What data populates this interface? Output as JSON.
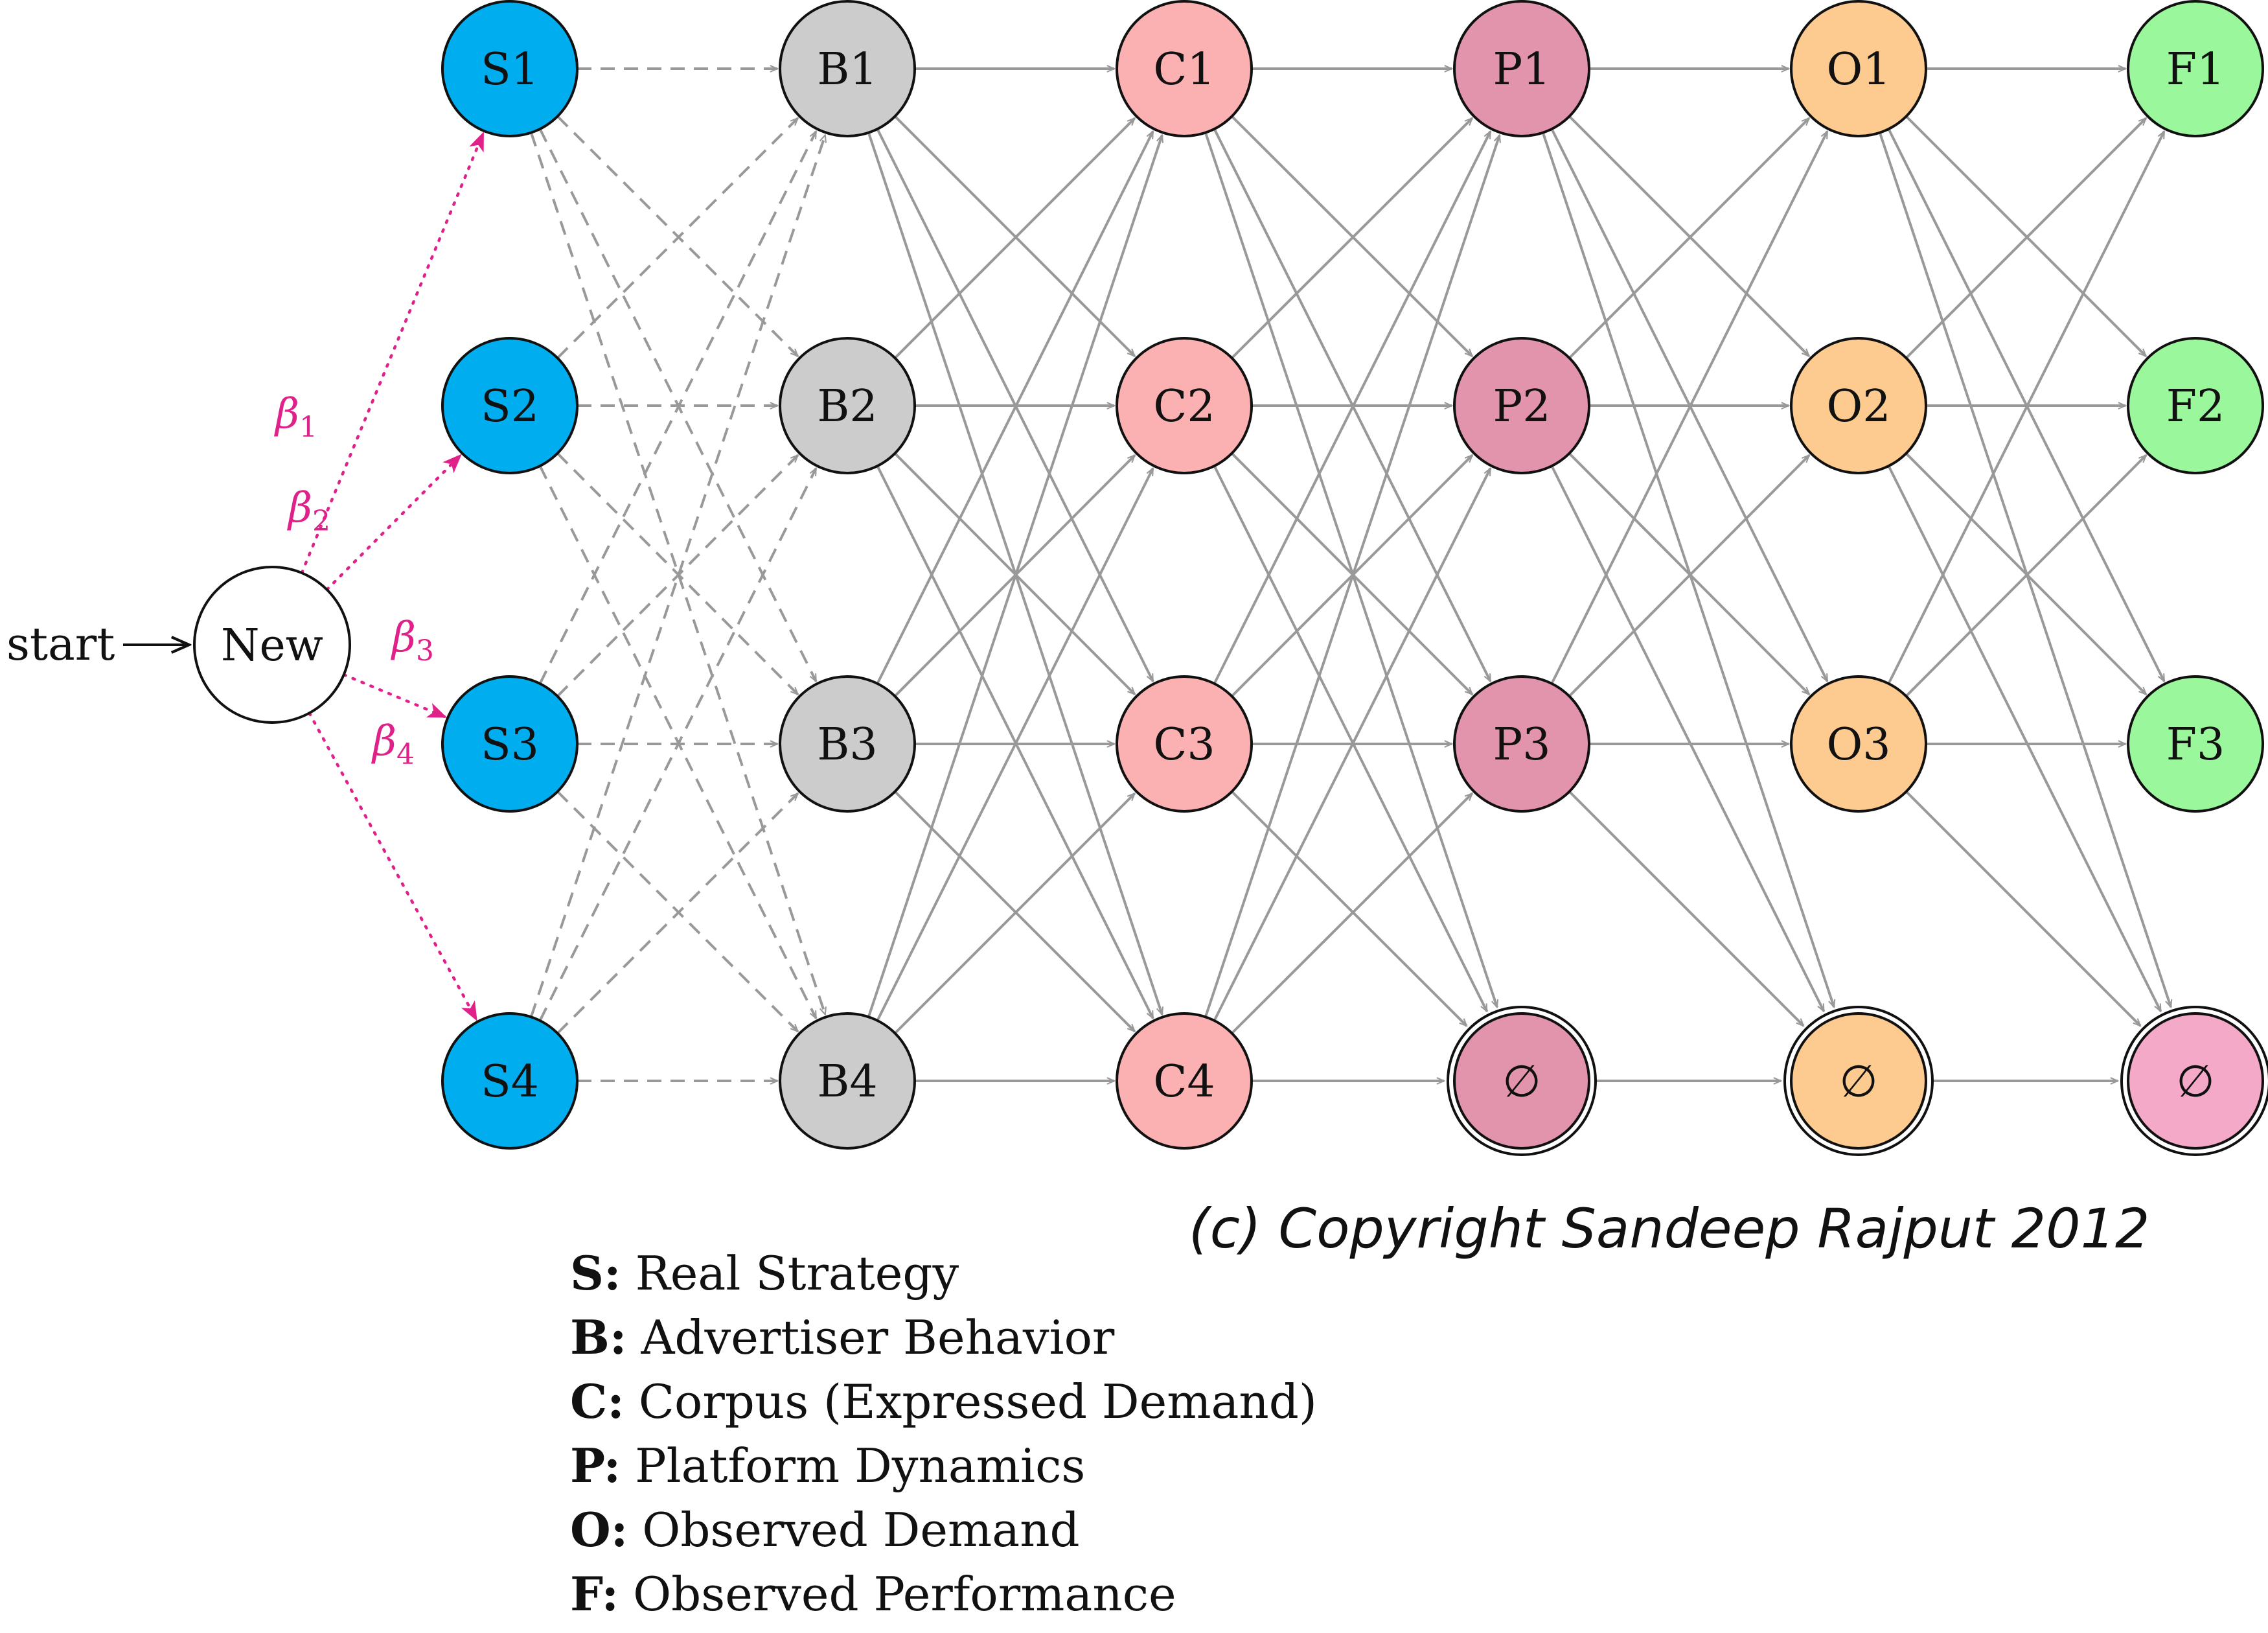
{
  "start_node": {
    "id": "New",
    "label": "New",
    "fill": "#ffffff"
  },
  "start_label": "start",
  "layers": [
    {
      "key": "S",
      "fill": "#00aeef",
      "nodes": [
        "S1",
        "S2",
        "S3",
        "S4"
      ]
    },
    {
      "key": "B",
      "fill": "#cccccc",
      "nodes": [
        "B1",
        "B2",
        "B3",
        "B4"
      ]
    },
    {
      "key": "C",
      "fill": "#fbb1b1",
      "nodes": [
        "C1",
        "C2",
        "C3",
        "C4"
      ]
    },
    {
      "key": "P",
      "fill": "#e394ad",
      "nodes": [
        "P1",
        "P2",
        "P3",
        "∅"
      ]
    },
    {
      "key": "O",
      "fill": "#fdcb90",
      "nodes": [
        "O1",
        "O2",
        "O3",
        "∅"
      ]
    },
    {
      "key": "F",
      "fill": "#9bf79c",
      "nodes": [
        "F1",
        "F2",
        "F3",
        "∅"
      ]
    }
  ],
  "terminal_fill_last": "#f5a9c8",
  "start_edges": [
    {
      "to": "S1",
      "label": "β",
      "sub": "1"
    },
    {
      "to": "S2",
      "label": "β",
      "sub": "2"
    },
    {
      "to": "S3",
      "label": "β",
      "sub": "3"
    },
    {
      "to": "S4",
      "label": "β",
      "sub": "4"
    }
  ],
  "edge_colors": {
    "start": "#e0218a",
    "strategy": "#999999",
    "solid": "#999999"
  },
  "edge_styles": {
    "start": "dotted",
    "strategy": "dashed",
    "solid": "solid"
  },
  "copyright": "(c) Copyright Sandeep Rajput 2012",
  "legend": [
    {
      "key": "S:",
      "text": "Real Strategy"
    },
    {
      "key": "B:",
      "text": "Advertiser Behavior"
    },
    {
      "key": "C:",
      "text": "Corpus (Expressed Demand)"
    },
    {
      "key": "P:",
      "text": "Platform Dynamics"
    },
    {
      "key": "O:",
      "text": "Observed Demand"
    },
    {
      "key": "F:",
      "text": "Observed Performance"
    }
  ]
}
